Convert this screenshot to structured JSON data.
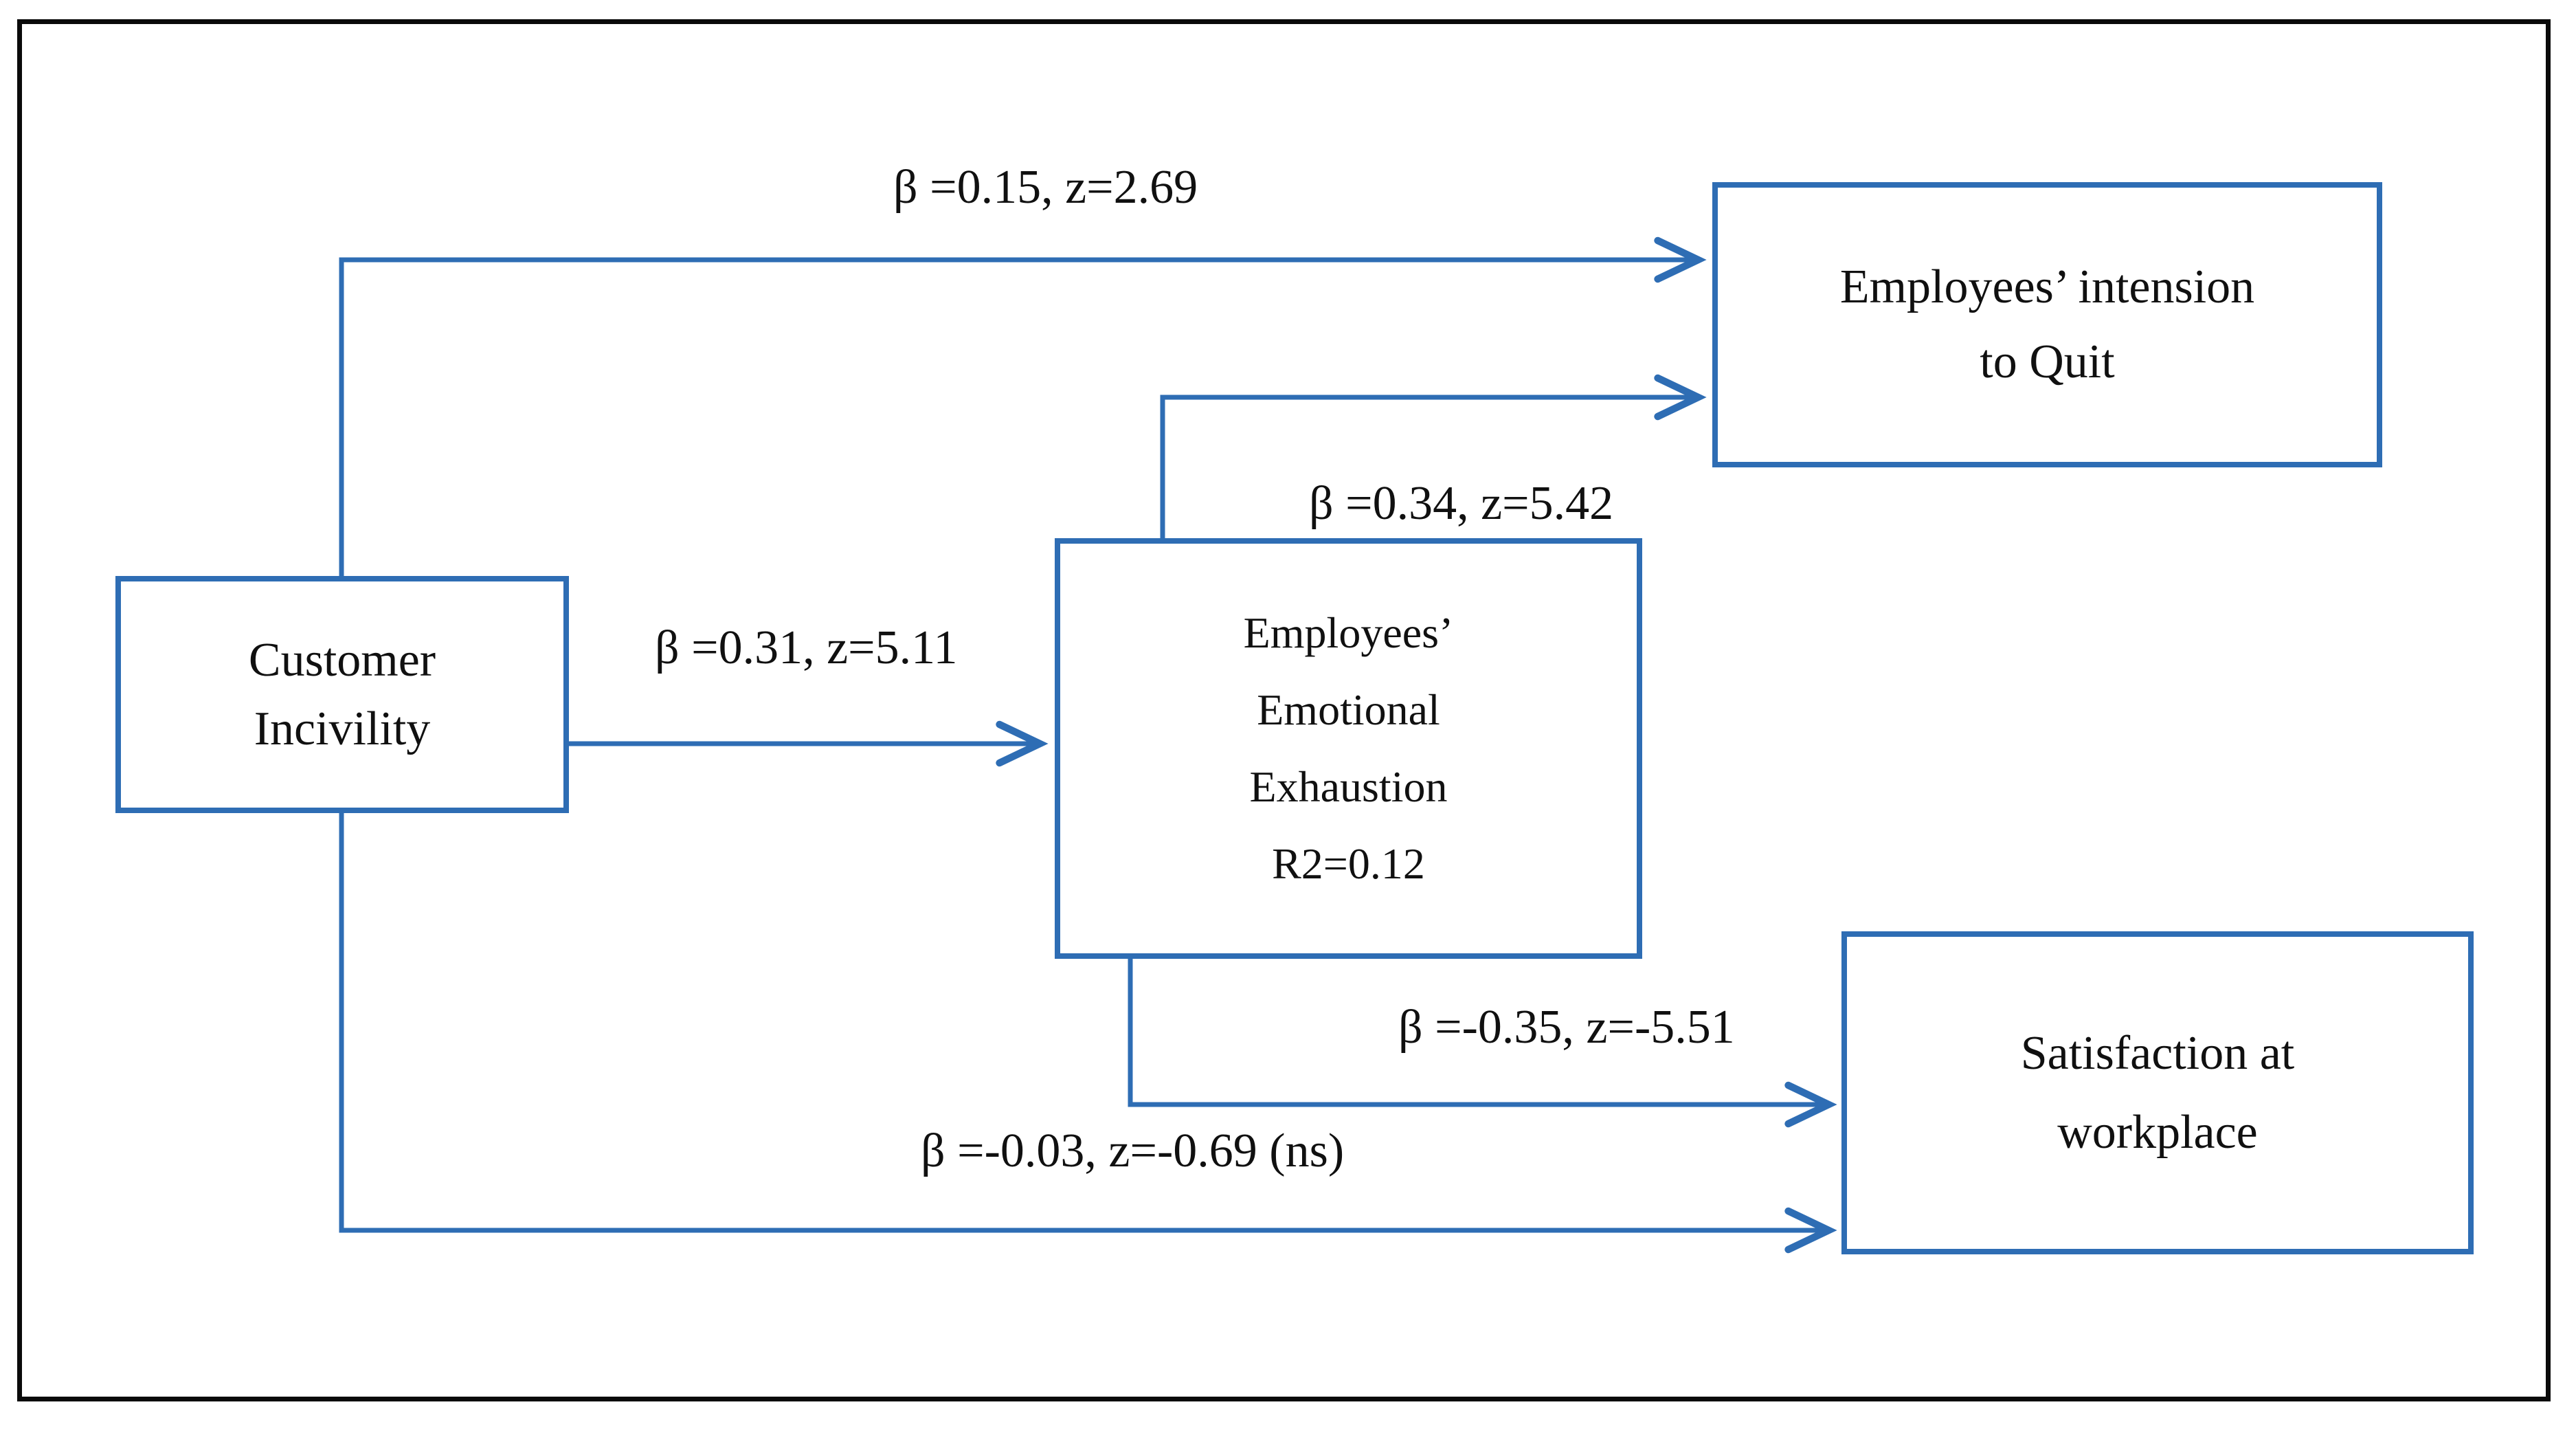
{
  "figure": {
    "type": "path-model-diagram",
    "frame_color": "#0a0a0a",
    "node_border_color": "#2E6DB4",
    "connector_color": "#2E6DB4",
    "background_color": "#ffffff"
  },
  "nodes": {
    "customer_incivility": {
      "name": "Customer Incivility",
      "lines": [
        "Customer",
        "Incivility"
      ]
    },
    "emotional_exhaustion": {
      "name": "Employees' Emotional Exhaustion",
      "lines": [
        "Employees’",
        "Emotional",
        "Exhaustion",
        "R2=0.12"
      ],
      "r_squared_label": "R2=0.12",
      "r_squared": 0.12
    },
    "intension_to_quit": {
      "name": "Employees' intension to Quit",
      "lines": [
        "Employees’ intension",
        "to Quit"
      ]
    },
    "satisfaction_at_workplace": {
      "name": "Satisfaction at workplace",
      "lines": [
        "Satisfaction at",
        "workplace"
      ]
    }
  },
  "edges": [
    {
      "id": "ci-to-quit",
      "from": "customer_incivility",
      "to": "intension_to_quit",
      "label": "β =0.15, z=2.69",
      "beta": 0.15,
      "z": 2.69,
      "significant": true
    },
    {
      "id": "ee-to-quit",
      "from": "emotional_exhaustion",
      "to": "intension_to_quit",
      "label": "β =0.34, z=5.42",
      "beta": 0.34,
      "z": 5.42,
      "significant": true
    },
    {
      "id": "ci-to-ee",
      "from": "customer_incivility",
      "to": "emotional_exhaustion",
      "label": "β =0.31, z=5.11",
      "beta": 0.31,
      "z": 5.11,
      "significant": true
    },
    {
      "id": "ee-to-sat",
      "from": "emotional_exhaustion",
      "to": "satisfaction_at_workplace",
      "label": "β =-0.35, z=-5.51",
      "beta": -0.35,
      "z": -5.51,
      "significant": true
    },
    {
      "id": "ci-to-sat",
      "from": "customer_incivility",
      "to": "satisfaction_at_workplace",
      "label": "β =-0.03, z=-0.69 (ns)",
      "beta": -0.03,
      "z": -0.69,
      "significant": false,
      "note": "ns"
    }
  ]
}
